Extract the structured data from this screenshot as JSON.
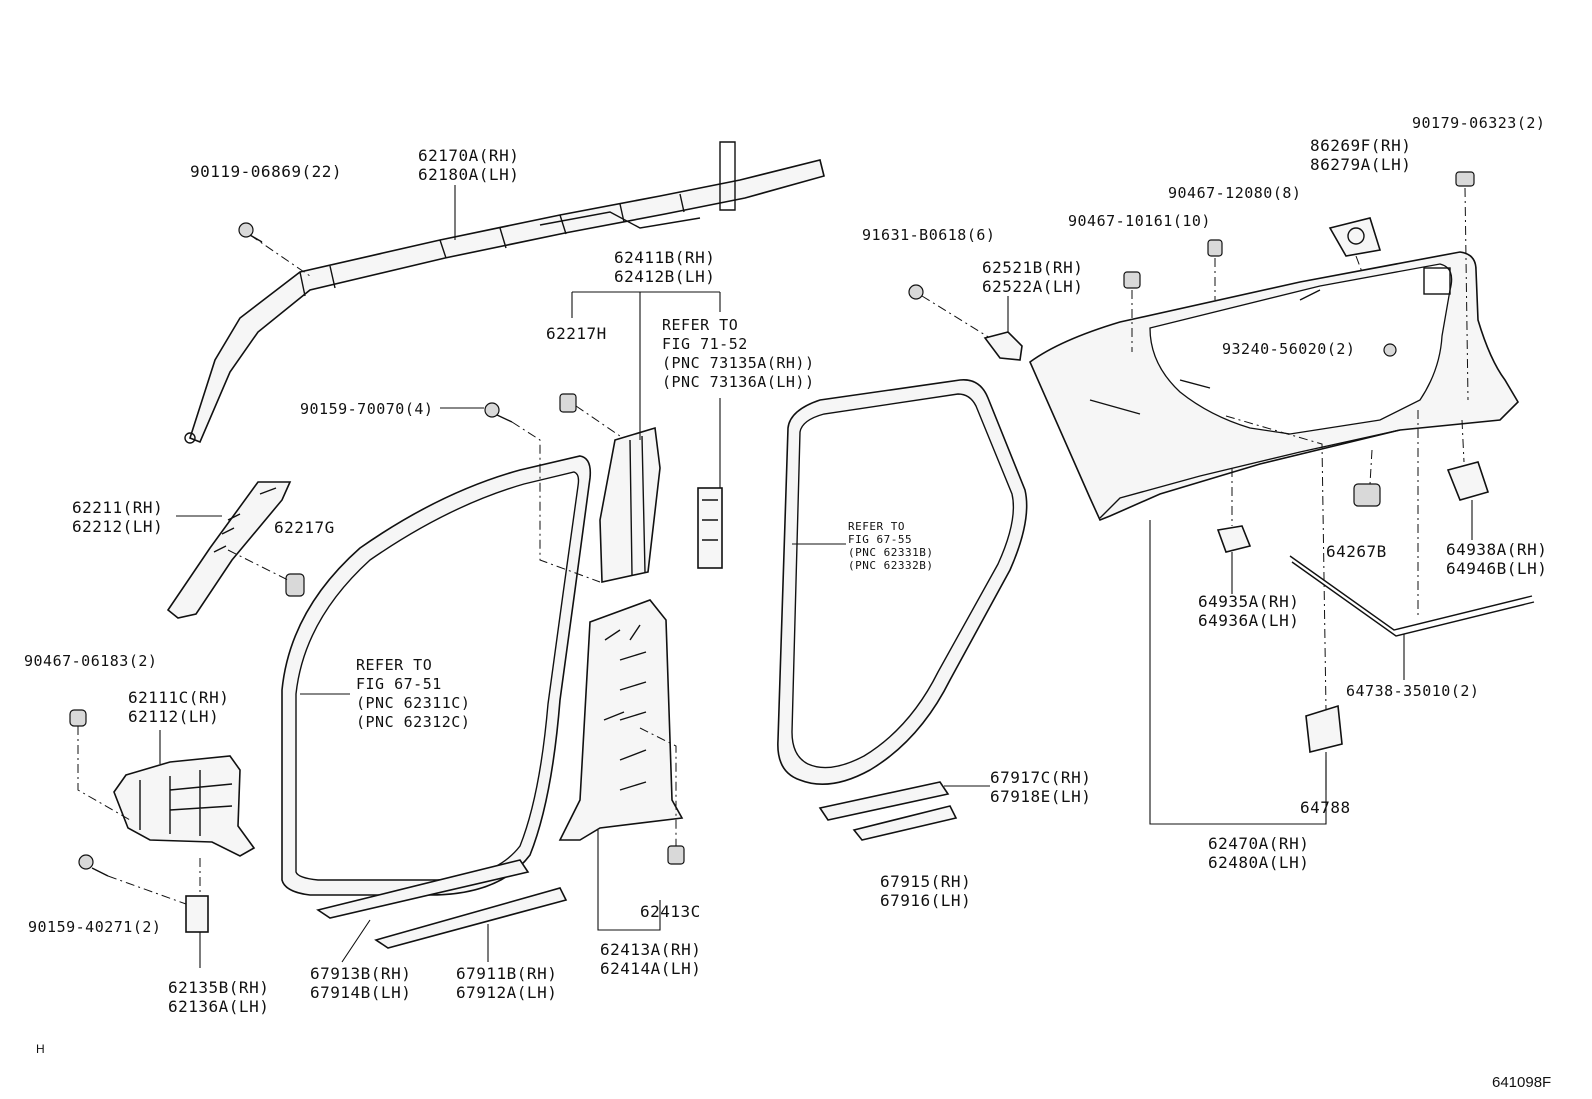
{
  "labels": {
    "l01": [
      "90119-06869(22)"
    ],
    "l02": [
      "62170A(RH)",
      "62180A(LH)"
    ],
    "l03": [
      "62411B(RH)",
      "62412B(LH)"
    ],
    "l04": [
      "62217H"
    ],
    "l05": [
      "REFER TO",
      "FIG 71-52",
      "(PNC 73135A(RH))",
      "(PNC 73136A(LH))"
    ],
    "l06": [
      "90159-70070(4)"
    ],
    "l07": [
      "62211(RH)",
      "62212(LH)"
    ],
    "l08": [
      "62217G"
    ],
    "l09": [
      "90467-06183(2)"
    ],
    "l10": [
      "62111C(RH)",
      "62112(LH)"
    ],
    "l11": [
      "REFER TO",
      "FIG 67-51",
      "(PNC 62311C)",
      "(PNC 62312C)"
    ],
    "l12": [
      "90159-40271(2)"
    ],
    "l13": [
      "62135B(RH)",
      "62136A(LH)"
    ],
    "l14": [
      "67913B(RH)",
      "67914B(LH)"
    ],
    "l15": [
      "67911B(RH)",
      "67912A(LH)"
    ],
    "l16": [
      "62413C"
    ],
    "l17": [
      "62413A(RH)",
      "62414A(LH)"
    ],
    "l18": [
      "REFER TO",
      "FIG 67-55",
      "(PNC 62331B)",
      "(PNC 62332B)"
    ],
    "l19": [
      "67917C(RH)",
      "67918E(LH)"
    ],
    "l20": [
      "67915(RH)",
      "67916(LH)"
    ],
    "l21": [
      "91631-B0618(6)"
    ],
    "l22": [
      "62521B(RH)",
      "62522A(LH)"
    ],
    "l23": [
      "90467-10161(10)"
    ],
    "l24": [
      "90467-12080(8)"
    ],
    "l25": [
      "86269F(RH)",
      "86279A(LH)"
    ],
    "l26": [
      "90179-06323(2)"
    ],
    "l27": [
      "93240-56020(2)"
    ],
    "l28": [
      "64267B"
    ],
    "l29": [
      "64938A(RH)",
      "64946B(LH)"
    ],
    "l30": [
      "64935A(RH)",
      "64936A(LH)"
    ],
    "l31": [
      "64738-35010(2)"
    ],
    "l32": [
      "64788"
    ],
    "l33": [
      "62470A(RH)",
      "62480A(LH)"
    ]
  },
  "corner_left": "H",
  "corner_right": "641098F"
}
